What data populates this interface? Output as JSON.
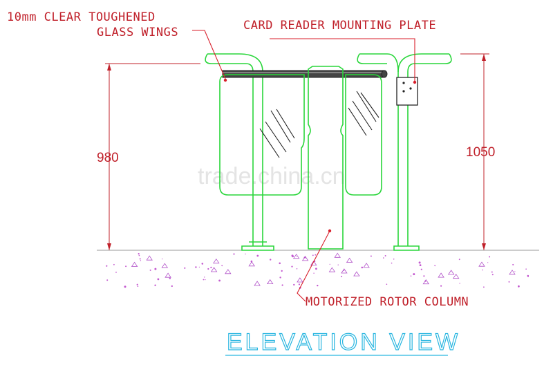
{
  "labels": {
    "glass_wings_line1": "10mm CLEAR TOUGHENED",
    "glass_wings_line2": "GLASS WINGS",
    "card_reader_plate": "CARD READER MOUNTING PLATE",
    "rotor_column": "MOTORIZED ROTOR COLUMN"
  },
  "dimensions": {
    "left_height": "980",
    "right_height": "1050"
  },
  "title": "ELEVATION VIEW",
  "watermark": "trade.china.cn",
  "colors": {
    "frame": "#29d63a",
    "annotation": "#c0202a",
    "title": "#29b6e0"
  }
}
